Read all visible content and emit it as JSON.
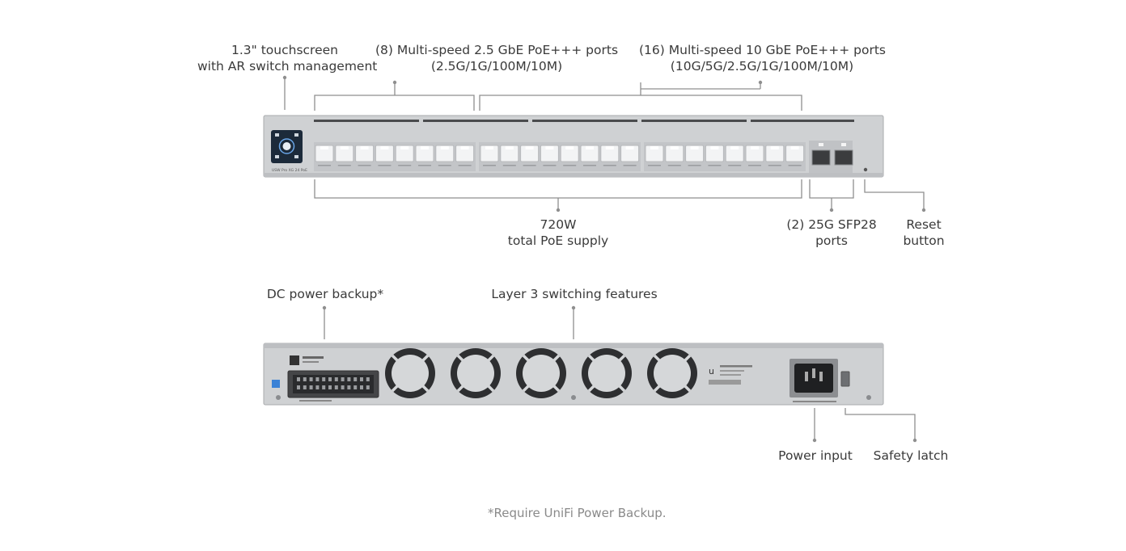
{
  "front": {
    "touchscreen": [
      "1.3\" touchscreen",
      "with AR switch management"
    ],
    "ports_2_5g": [
      "(8) Multi-speed 2.5 GbE PoE+++ ports",
      "(2.5G/1G/100M/10M)"
    ],
    "ports_10g": [
      "(16) Multi-speed 10 GbE PoE+++ ports",
      "(10G/5G/2.5G/1G/100M/10M)"
    ],
    "poe_supply": [
      "720W",
      "total PoE supply"
    ],
    "sfp28": [
      "(2) 25G SFP28",
      "ports"
    ],
    "reset": [
      "Reset",
      "button"
    ],
    "panel_text": "USW Pro XG 24 PoE"
  },
  "rear": {
    "dc_backup": "DC power backup*",
    "layer3": "Layer 3 switching features",
    "power_input": "Power input",
    "safety_latch": "Safety latch"
  },
  "footnote": "*Require UniFi Power Backup.",
  "colors": {
    "chassis": "#cfd1d3",
    "chassis_edge": "#a9abae",
    "port_body": "#f3f4f5",
    "port_frame": "#b8babd",
    "screen": "#1c2a3a",
    "fan": "#2e2f31",
    "leader_line": "#8f8f8f",
    "text": "#3a3a3a"
  }
}
